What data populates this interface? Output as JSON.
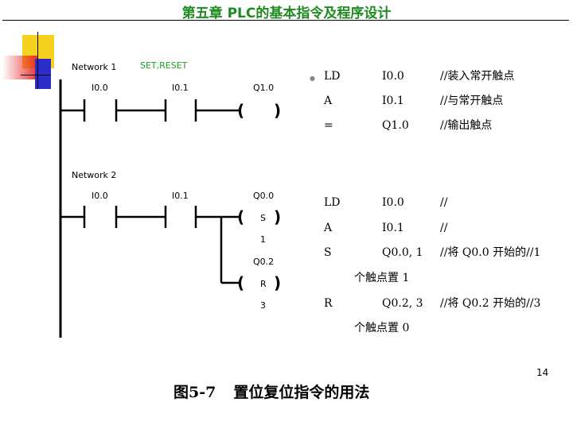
{
  "header": {
    "title": "第五章  PLC的基本指令及程序设计"
  },
  "ladder": {
    "network1": {
      "label": "Network 1",
      "comment": "SET,RESET",
      "contact1": "I0.0",
      "contact2": "I0.1",
      "coil": "Q1.0"
    },
    "network2": {
      "label": "Network 2",
      "contact1": "I0.0",
      "contact2": "I0.1",
      "coil1": {
        "address": "Q0.0",
        "op": "S",
        "count": "1"
      },
      "coil2": {
        "address": "Q0.2",
        "op": "R",
        "count": "3"
      }
    }
  },
  "code_block1": [
    {
      "op": "LD",
      "operand": "I0.0",
      "comment": "//装入常开触点"
    },
    {
      "op": "A",
      "operand": "I0.1",
      "comment": "//与常开触点"
    },
    {
      "op": "=",
      "operand": "Q1.0",
      "comment": "//输出触点"
    }
  ],
  "code_block2": [
    {
      "op": "LD",
      "operand": "I0.0",
      "comment": "//",
      "cont": ""
    },
    {
      "op": "A",
      "operand": "I0.1",
      "comment": "//",
      "cont": ""
    },
    {
      "op": "S",
      "operand": "Q0.0, 1",
      "comment": "//将 Q0.0 开始的//1",
      "cont": "个触点置 1"
    },
    {
      "op": "R",
      "operand": "Q0.2, 3",
      "comment": "//将 Q0.2 开始的//3",
      "cont": "个触点置 0"
    }
  ],
  "page_number": "14",
  "caption": {
    "figure": "图5-7",
    "text": "置位复位指令的用法"
  }
}
